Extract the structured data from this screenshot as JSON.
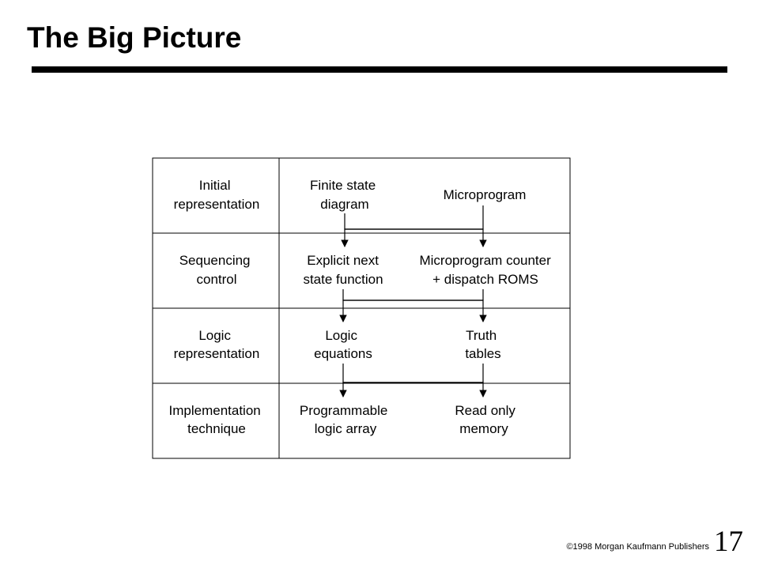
{
  "slide": {
    "title": "The Big Picture",
    "copyright": "©1998 Morgan Kaufmann Publishers",
    "page_number": "17"
  },
  "diagram": {
    "rows": [
      {
        "category": [
          "Initial",
          "representation"
        ],
        "left": [
          "Finite state",
          "diagram"
        ],
        "right": [
          "Microprogram"
        ]
      },
      {
        "category": [
          "Sequencing",
          "control"
        ],
        "left": [
          "Explicit next",
          "state function"
        ],
        "right": [
          "Microprogram counter",
          "+ dispatch ROMS"
        ]
      },
      {
        "category": [
          "Logic",
          "representation"
        ],
        "left": [
          "Logic",
          "equations"
        ],
        "right": [
          "Truth",
          "tables"
        ]
      },
      {
        "category": [
          "Implementation",
          "technique"
        ],
        "left": [
          "Programmable",
          "logic array"
        ],
        "right": [
          "Read only",
          "memory"
        ]
      }
    ]
  }
}
